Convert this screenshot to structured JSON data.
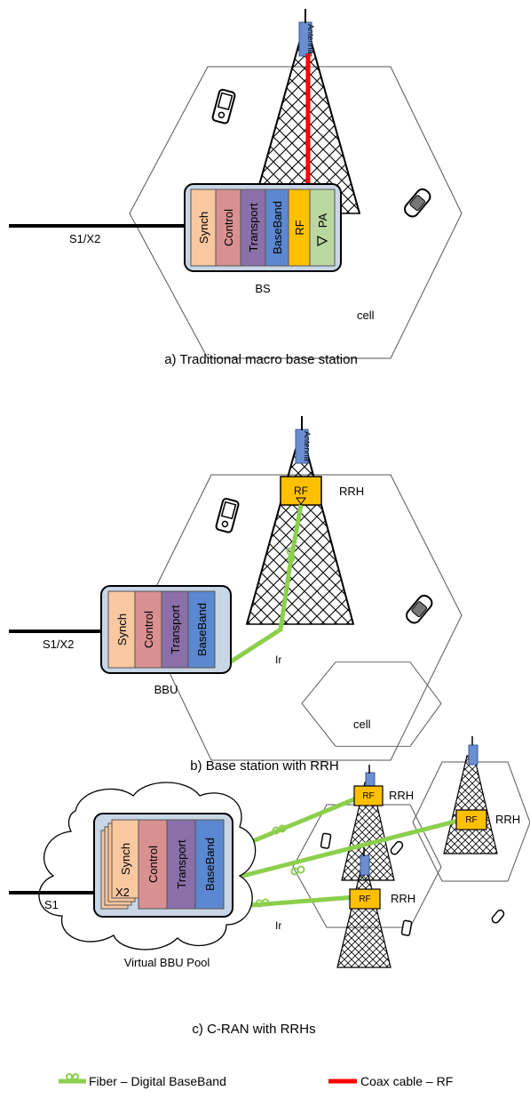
{
  "colors": {
    "synch": "#f9c7a0",
    "control": "#d89090",
    "transport": "#8a6fa8",
    "baseband": "#5b88d0",
    "rf": "#ffc000",
    "pa": "#b8d8a0",
    "fiber": "#8ccf4d",
    "coax": "#ff0000",
    "box_fill": "#c8d6e6",
    "antenna": "#6a8ed0"
  },
  "panel_a": {
    "caption": "a) Traditional macro base station",
    "antenna_label": "Antenna",
    "link_label": "S1/X2",
    "box_label": "BS",
    "cell_label": "cell",
    "modules": [
      "Synch",
      "Control",
      "Transport",
      "BaseBand",
      "RF",
      "PA"
    ]
  },
  "panel_b": {
    "caption": "b) Base station with RRH",
    "antenna_label": "Antenna",
    "rf_label": "RF",
    "rrh_label": "RRH",
    "link_label": "S1/X2",
    "ir_label": "Ir",
    "box_label": "BBU",
    "cell_label": "cell",
    "modules": [
      "Synch",
      "Control",
      "Transport",
      "BaseBand"
    ]
  },
  "panel_c": {
    "caption": "c) C-RAN with RRHs",
    "link_s1": "S1",
    "link_x2": "X2",
    "ir_label": "Ir",
    "pool_label": "Virtual BBU Pool",
    "modules": [
      "Synch",
      "Control",
      "Transport",
      "BaseBand"
    ],
    "rrh_label": "RRH",
    "rf_label": "RF"
  },
  "legend": {
    "fiber_label": "Fiber – Digital BaseBand",
    "coax_label": "Coax cable – RF"
  }
}
